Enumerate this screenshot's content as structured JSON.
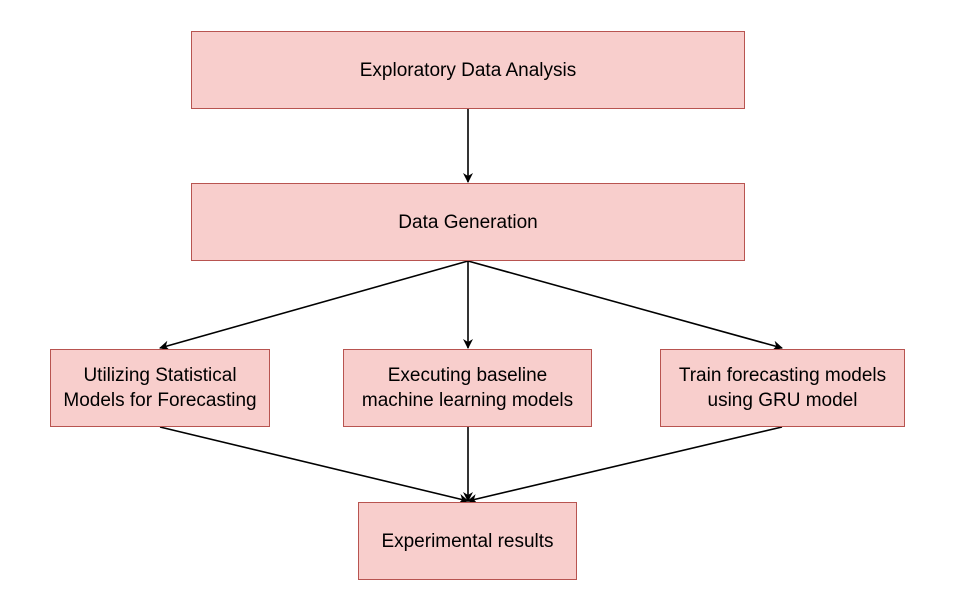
{
  "nodes": {
    "eda": "Exploratory Data Analysis",
    "generation": "Data Generation",
    "statistical": "Utilizing Statistical\nModels for Forecasting",
    "baseline": "Executing baseline\nmachine learning models",
    "gru": "Train forecasting models\nusing GRU model",
    "results": "Experimental results"
  },
  "colors": {
    "node_fill": "#f8cecc",
    "node_border": "#b85450",
    "arrow": "#000000"
  },
  "edges": [
    {
      "from": "eda",
      "to": "generation"
    },
    {
      "from": "generation",
      "to": "statistical"
    },
    {
      "from": "generation",
      "to": "baseline"
    },
    {
      "from": "generation",
      "to": "gru"
    },
    {
      "from": "statistical",
      "to": "results"
    },
    {
      "from": "baseline",
      "to": "results"
    },
    {
      "from": "gru",
      "to": "results"
    }
  ]
}
